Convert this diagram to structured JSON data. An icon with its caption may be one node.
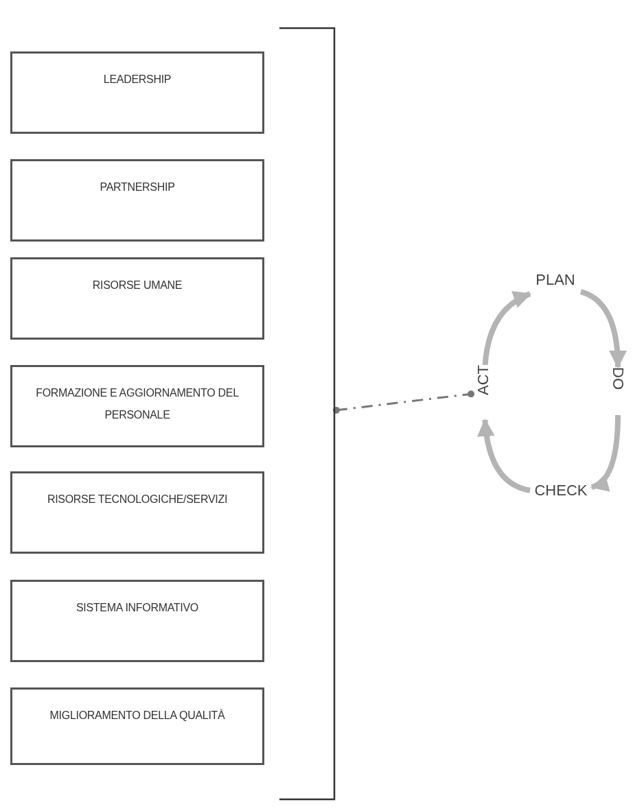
{
  "diagram": {
    "nodes": [
      {
        "text": [
          "LEADERSHIP"
        ]
      },
      {
        "text": [
          "PARTNERSHIP"
        ]
      },
      {
        "text": [
          "RISORSE UMANE"
        ]
      },
      {
        "text": [
          "FORMAZIONE E AGGIORNAMENTO DEL PERSONALE"
        ]
      },
      {
        "text": [
          "RISORSE TECNOLOGICHE/SERVIZI"
        ]
      },
      {
        "text": [
          "SISTEMA INFORMATIVO"
        ]
      },
      {
        "text": [
          "MIGLIORAMENTO DELLA QUALITÀ"
        ]
      },
      {
        "text": [],
        "shape": "bracket"
      },
      {
        "text": [
          "PLAN"
        ]
      },
      {
        "text": [
          "DO"
        ]
      },
      {
        "text": [
          "CHECK"
        ]
      },
      {
        "text": [
          "ACT"
        ]
      }
    ],
    "edges": [
      {
        "from": 7,
        "to": 11,
        "arrow": "other",
        "style": "dashed"
      },
      {
        "from": 11,
        "to": 8,
        "arrow": "to"
      },
      {
        "from": 8,
        "to": 9,
        "arrow": "to"
      },
      {
        "from": 9,
        "to": 10,
        "arrow": "to"
      },
      {
        "from": 10,
        "to": 11,
        "arrow": "to"
      }
    ]
  }
}
